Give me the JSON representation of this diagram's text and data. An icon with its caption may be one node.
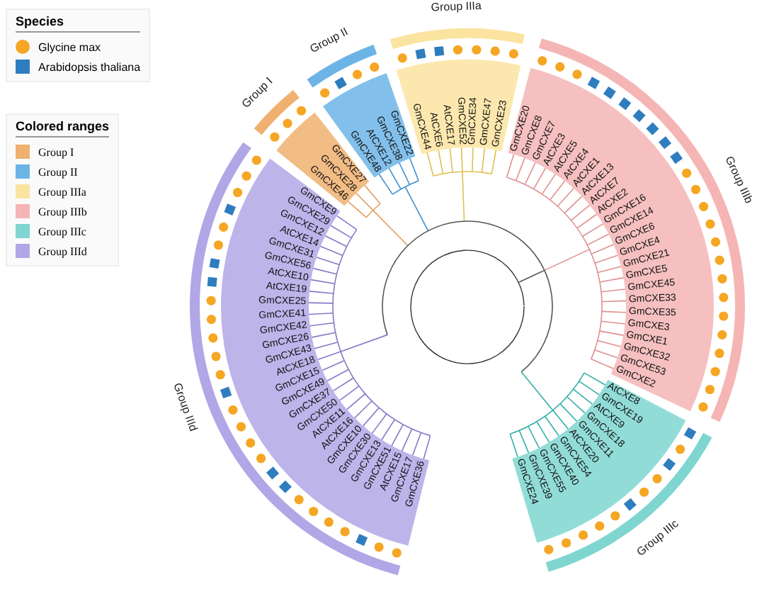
{
  "diagram": {
    "labels": [
      "Species",
      "Colored ranges",
      "Group I",
      "Group II",
      "Group IIIa",
      "Group IIIb",
      "Group IIIc",
      "Group IIId",
      "GmCXE36",
      "GmCXE17",
      "AtCXE15",
      "GmCXE51",
      "GmCXE13",
      "GmCXE30",
      "GmCXE10",
      "AtCXE16",
      "AtCXE11",
      "GmCXE50",
      "GmCXE37",
      "GmCXE49",
      "GmCXE15",
      "AtCXE18",
      "GmCXE43",
      "GmCXE26",
      "GmCXE42",
      "GmCXE41",
      "GmCXE25",
      "AtCXE19",
      "AtCXE10",
      "GmCXE56",
      "GmCXE31",
      "AtCXE14",
      "GmCXE12",
      "GmCXE29",
      "GmCXE9",
      "GmCXE46",
      "GmCXE28",
      "GmCXE27",
      "GmCXE48",
      "AtCXE12",
      "GmCXE38",
      "GmCXE22",
      "GmCXE44",
      "AtCXE6",
      "AtCXE17",
      "GmCXE52",
      "GmCXE34",
      "GmCXE47",
      "GmCXE23",
      "GmCXE20",
      "GmCXE8",
      "GmCXE7",
      "AtCXE3",
      "AtCXE5",
      "AtCXE4",
      "AtCXE1",
      "AtCXE13",
      "AtCXE7",
      "AtCXE2",
      "GmCXE16",
      "GmCXE14",
      "GmCXE6",
      "GmCXE4",
      "GmCXE21",
      "GmCXE5",
      "GmCXE45",
      "GmCXE33",
      "GmCXE35",
      "GmCXE3",
      "GmCXE1",
      "GmCXE32",
      "GmCXE53",
      "GmCXE2",
      "AtCXE8",
      "GmCXE19",
      "AtCXE9",
      "GmCXE18",
      "GmCXE11",
      "AtCXE20",
      "GmCXE54",
      "GmCXE40",
      "GmCXE55",
      "GmCXE39",
      "GmCXE24"
    ],
    "legend": [
      {
        "text": "Glycine max",
        "color": "#f5a623"
      },
      {
        "text": "Arabidopsis thaliana",
        "color": "#2e7dbf"
      },
      {
        "text": "Group I",
        "color": "#f0b070"
      },
      {
        "text": "Group II",
        "color": "#6cb4e6"
      },
      {
        "text": "Group IIIa",
        "color": "#fbe4a0"
      },
      {
        "text": "Group IIIb",
        "color": "#f5b5b5"
      },
      {
        "text": "Group IIIc",
        "color": "#7fd6d0"
      },
      {
        "text": "Group IIId",
        "color": "#b1a7e6"
      }
    ]
  }
}
